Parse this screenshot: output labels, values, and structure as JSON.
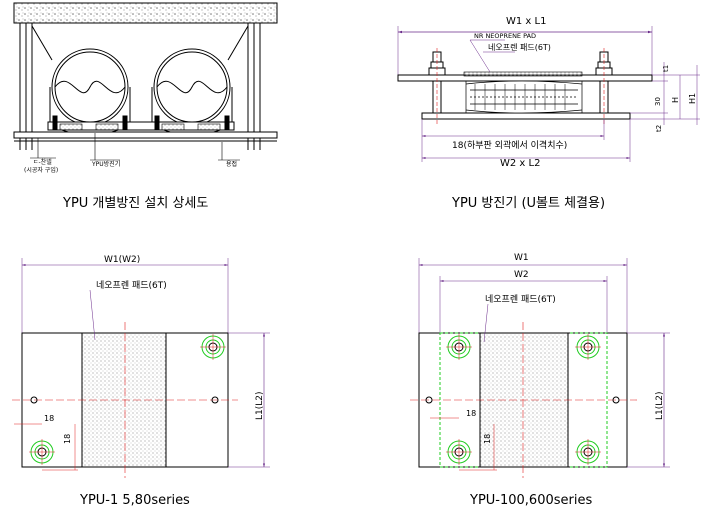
{
  "panels": {
    "p1": {
      "caption": "YPU 개별방진 설치 상세도",
      "label_channel": "ㄷ-찬넬",
      "label_channel_note": "(시공자 구입)",
      "label_isolator": "YPU방진기",
      "label_weld": "용접"
    },
    "p2": {
      "caption": "YPU 방진기 (U볼트 체결용)",
      "dim_top": "W1 x L1",
      "label_nr_pad": "NR NEOPRENE PAD",
      "label_pad": "네오프렌 패드(6T)",
      "dim_t1": "t1",
      "dim_30": "30",
      "dim_h": "H",
      "dim_h1": "H1",
      "dim_t2": "t2",
      "dim_note": "18(하부판 외곽에서 이격치수)",
      "dim_bottom": "W2 x L2"
    },
    "p3": {
      "caption": "YPU-1 5,80series",
      "dim_w": "W1(W2)",
      "label_pad": "네오프렌 패드(6T)",
      "dim_l": "L1(L2)",
      "dim_18a": "18",
      "dim_18b": "18"
    },
    "p4": {
      "caption": "YPU-100,600series",
      "dim_w1": "W1",
      "dim_w2": "W2",
      "label_pad": "네오프렌 패드(6T)",
      "dim_l": "L1(L2)",
      "dim_18a": "18",
      "dim_18b": "18"
    }
  },
  "colors": {
    "line": "#000000",
    "dim": "#6a2a8a",
    "center": "#e02020",
    "green": "#22cc22",
    "hatch": "#c8c8c8"
  }
}
